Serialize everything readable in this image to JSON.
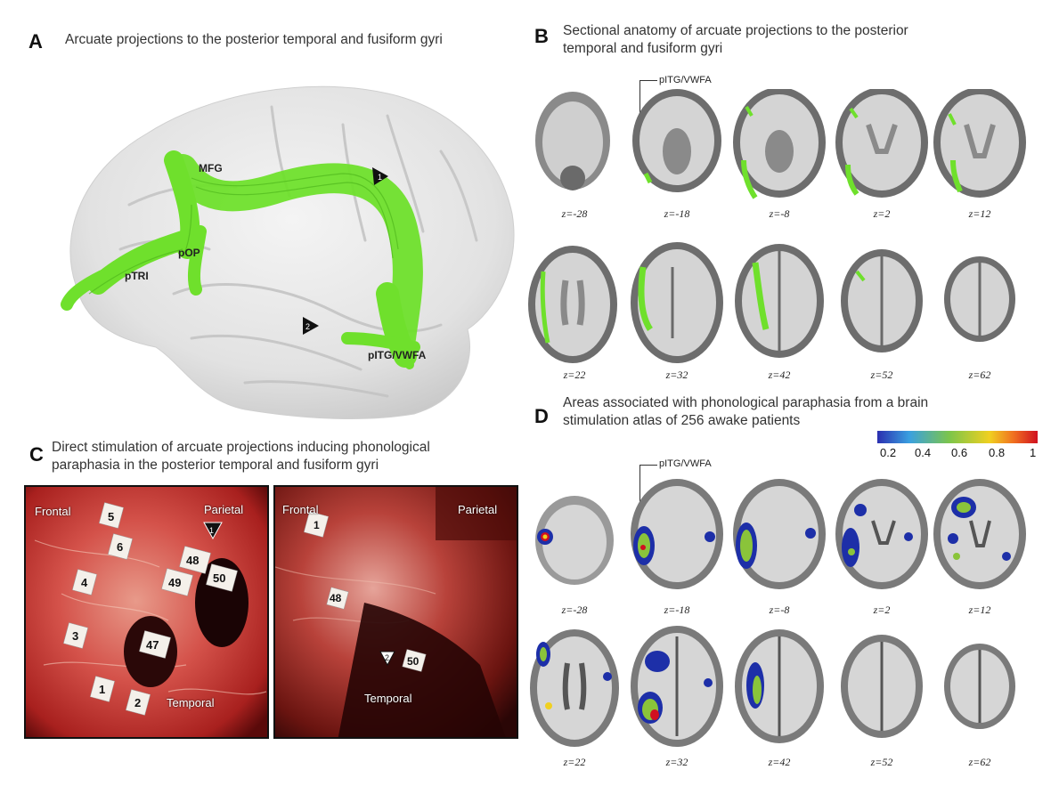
{
  "panels": {
    "a": {
      "letter": "A",
      "title": "Arcuate projections to the posterior temporal and fusiform gyri",
      "labels": {
        "mfg": "MFG",
        "pop": "pOP",
        "ptri": "pTRI",
        "pitg": "pITG/VWFA"
      },
      "markers": [
        "1",
        "2"
      ]
    },
    "b": {
      "letter": "B",
      "title": "Sectional anatomy of arcuate projections to the posterior\ntemporal and fusiform gyri",
      "callout": "pITG/VWFA",
      "z_row1": [
        "z=-28",
        "z=-18",
        "z=-8",
        "z=2",
        "z=12"
      ],
      "z_row2": [
        "z=22",
        "z=32",
        "z=42",
        "z=52",
        "z=62"
      ]
    },
    "c": {
      "letter": "C",
      "title": "Direct stimulation of arcuate projections inducing phonological\nparaphasia in the posterior temporal and fusiform gyri",
      "photo1": {
        "frontal": "Frontal",
        "parietal": "Parietal",
        "temporal": "Temporal",
        "tags": [
          "5",
          "6",
          "4",
          "3",
          "1",
          "2",
          "48",
          "50",
          "49",
          "47"
        ],
        "marker": "1"
      },
      "photo2": {
        "frontal": "Frontal",
        "parietal": "Parietal",
        "temporal": "Temporal",
        "tags": [
          "1",
          "48",
          "50"
        ],
        "marker": "2"
      }
    },
    "d": {
      "letter": "D",
      "title": "Areas associated with phonological paraphasia from a brain\nstimulation atlas of 256 awake patients",
      "callout": "pITG/VWFA",
      "colorbar": {
        "ticks": [
          "0.2",
          "0.4",
          "0.6",
          "0.8",
          "1"
        ],
        "colors": [
          "#2b2fb0",
          "#3aa0e0",
          "#7cc54a",
          "#f0d020",
          "#f07020",
          "#d01020"
        ]
      },
      "z_row1": [
        "z=-28",
        "z=-18",
        "z=-8",
        "z=2",
        "z=12"
      ],
      "z_row2": [
        "z=22",
        "z=32",
        "z=42",
        "z=52",
        "z=62"
      ]
    }
  },
  "colors": {
    "tract": "#6fe02c",
    "cortex": "#e6e6e6",
    "heat_blue": "#1d2fa8",
    "heat_green": "#8ac43a",
    "heat_red": "#d01020"
  }
}
